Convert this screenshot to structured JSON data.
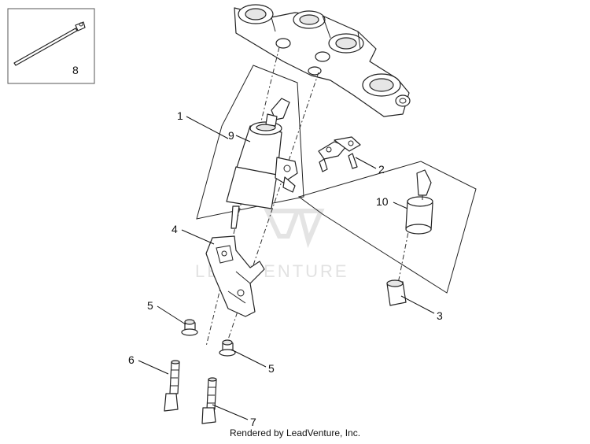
{
  "watermark": {
    "text": "LEADVENTURE",
    "color": "#e2e2e2"
  },
  "callouts": [
    {
      "id": "1",
      "label": "1"
    },
    {
      "id": "2",
      "label": "2"
    },
    {
      "id": "3",
      "label": "3"
    },
    {
      "id": "4",
      "label": "4"
    },
    {
      "id": "5a",
      "label": "5"
    },
    {
      "id": "5b",
      "label": "5"
    },
    {
      "id": "6",
      "label": "6"
    },
    {
      "id": "7",
      "label": "7"
    },
    {
      "id": "8",
      "label": "8"
    },
    {
      "id": "9",
      "label": "9"
    },
    {
      "id": "10",
      "label": "10"
    }
  ],
  "footer": {
    "text": "Rendered by LeadVenture, Inc."
  }
}
